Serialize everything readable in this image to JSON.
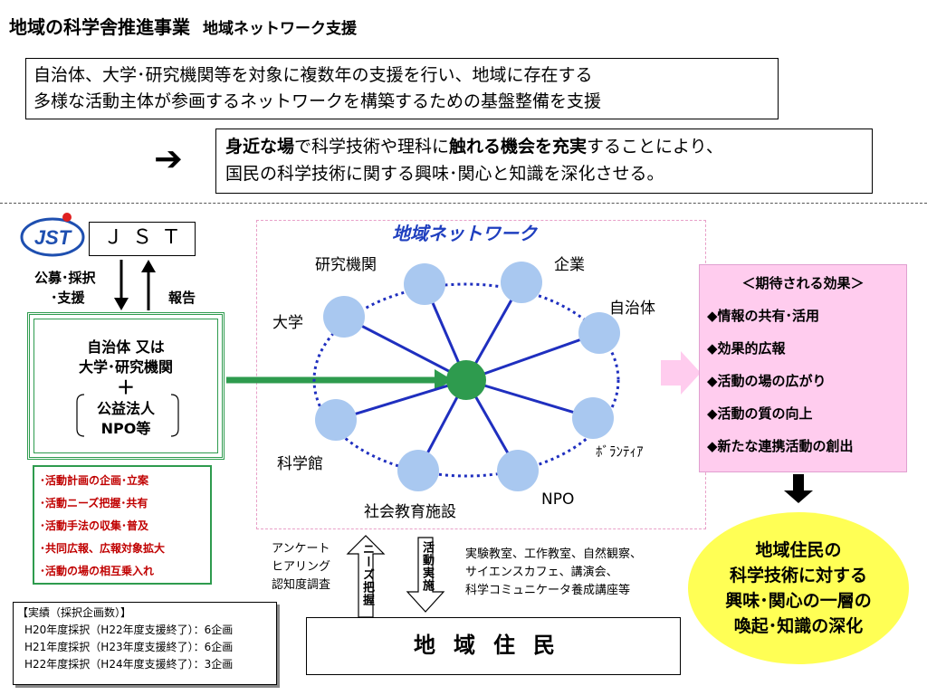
{
  "title": {
    "main": "地域の科学舎推進事業",
    "sub": "地域ネットワーク支援"
  },
  "summary": {
    "line1": "自治体、大学･研究機関等を対象に複数年の支援を行い、地域に存在する",
    "line2": "多様な活動主体が参画するネットワークを構築するための基盤整備を支援"
  },
  "aim": {
    "l1_b1": "身近な場",
    "l1_n1": "で科学技術や理科に",
    "l1_b2": "触れる機会を充実",
    "l1_n2": "することにより、",
    "line2": "国民の科学技術に関する興味･関心と知識を深化させる。"
  },
  "jst": {
    "logo_text": "JST",
    "box_label": "ＪＳＴ"
  },
  "flow": {
    "down_label1": "公募･採択",
    "down_label2": "･支援",
    "up_label": "報告"
  },
  "main_box": {
    "line1": "自治体 又は",
    "line2": "大学･研究機関",
    "plus": "＋",
    "line3": "公益法人",
    "line4": "NPO等"
  },
  "activities": [
    "･活動計画の企画･立案",
    "･活動ニーズ把握･共有",
    "･活動手法の収集･普及",
    "･共同広報、広報対象拡大",
    "･活動の場の相互乗入れ"
  ],
  "network": {
    "title": "地域ネットワーク",
    "nodes": [
      "研究機関",
      "企業",
      "自治体",
      "大学",
      "科学館",
      "ﾎﾞﾗﾝﾃｨｱ",
      "NPO",
      "社会教育施設"
    ]
  },
  "effects": {
    "header": "＜期待される効果＞",
    "items": [
      "◆情報の共有･活用",
      "◆効果的広報",
      "◆活動の場の広がり",
      "◆活動の質の向上",
      "◆新たな連携活動の創出"
    ]
  },
  "result": {
    "lines": [
      "地域住民の",
      "科学技術に対する",
      "興味･関心の一層の",
      "喚起･知識の深化"
    ]
  },
  "residents": {
    "label": "地域住民"
  },
  "survey": {
    "lines": [
      "アンケート",
      "ヒアリング",
      "認知度調査"
    ],
    "arrow_label": "ニーズ把握"
  },
  "implementation": {
    "arrow_label": "活動実施",
    "lines": [
      "実験教室、工作教室、自然観察、",
      "サイエンスカフェ、講演会、",
      "科学コミュニケータ養成講座等"
    ]
  },
  "record": {
    "header": "【実績（採択企画数）】",
    "items": [
      "H20年度採択（H22年度支援終了）：6企画",
      "H21年度採択（H23年度支援終了）：6企画",
      "H22年度採択（H24年度支援終了）：3企画"
    ]
  },
  "colors": {
    "green": "#2e9b4e",
    "node_blue": "#a9c8f0",
    "line_blue": "#1f2fbf",
    "pink": "#ffccee",
    "yellow": "#ffff55"
  }
}
